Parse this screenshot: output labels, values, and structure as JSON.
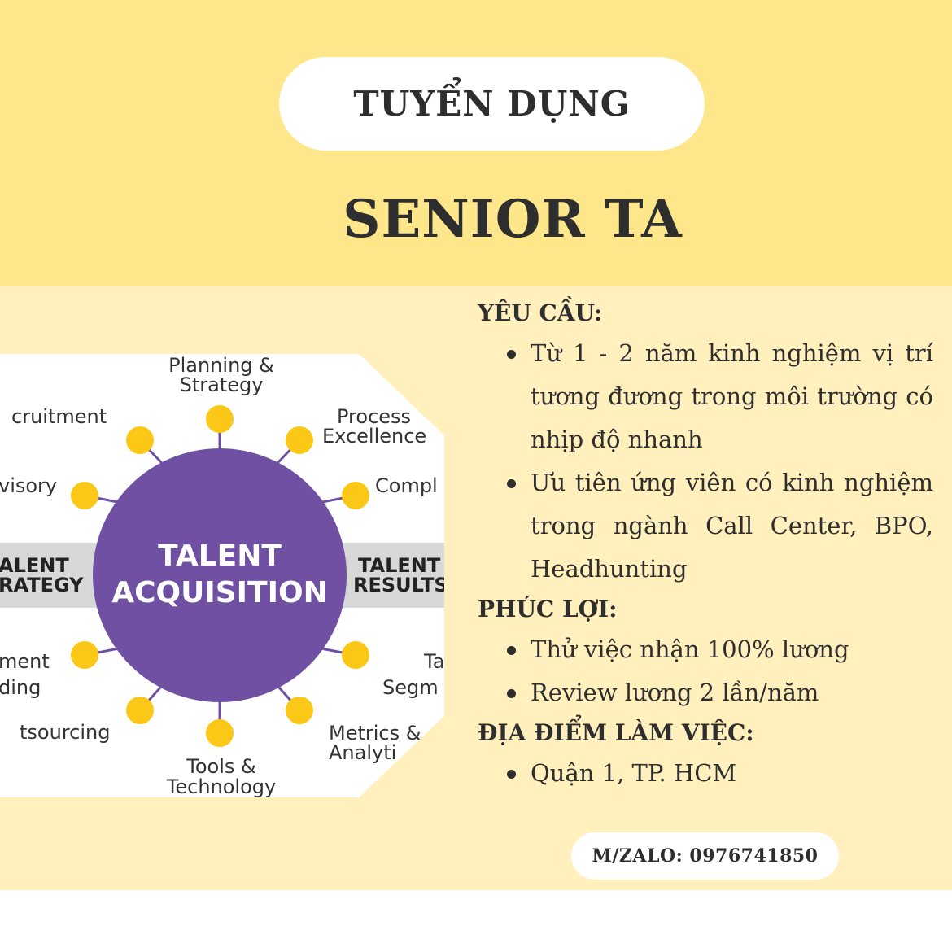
{
  "header": {
    "recruit_label": "TUYỂN DỤNG",
    "job_title": "SENIOR TA"
  },
  "diagram": {
    "center_lines": [
      "TALENT",
      "ACQUISITION"
    ],
    "band_left": [
      "ALENT",
      "RATEGY"
    ],
    "band_right": [
      "TALENT",
      "RESULTS"
    ],
    "labels": {
      "top": [
        "Planning &",
        "Strategy"
      ],
      "top_right": [
        "Process",
        "Excellence"
      ],
      "right_upper": [
        "Compl"
      ],
      "right_lower": [
        "Ta",
        "Segm"
      ],
      "bottom_right": [
        "Metrics &",
        "Analyti"
      ],
      "bottom": [
        "Tools &",
        "Technology"
      ],
      "bottom_left": [
        "tsourcing"
      ],
      "left_lower": [
        "ment",
        "ding"
      ],
      "left_upper": [
        "visory"
      ],
      "top_left": [
        "cruitment"
      ]
    },
    "colors": {
      "circle": "#6f50a3",
      "dot": "#fbc818",
      "band": "#d8d8d8"
    }
  },
  "requirements": {
    "heading": "YÊU CẦU:",
    "items": [
      "Từ 1 - 2 năm kinh nghiệm vị trí tương đương trong môi trường có nhịp độ nhanh",
      "Ưu tiên ứng viên có kinh nghiệm trong ngành Call Center, BPO, Headhunting"
    ]
  },
  "benefits": {
    "heading": "PHÚC LỢI:",
    "items": [
      "Thử việc nhận 100% lương",
      "Review lương 2 lần/năm"
    ]
  },
  "location": {
    "heading": "ĐỊA ĐIỂM LÀM VIỆC:",
    "items": [
      "Quận 1, TP. HCM"
    ]
  },
  "contact": {
    "label": "M/ZALO: 0976741850"
  },
  "theme": {
    "top_band": "#fee68b",
    "content_band": "#fff0bd",
    "text": "#2e2e2e"
  }
}
